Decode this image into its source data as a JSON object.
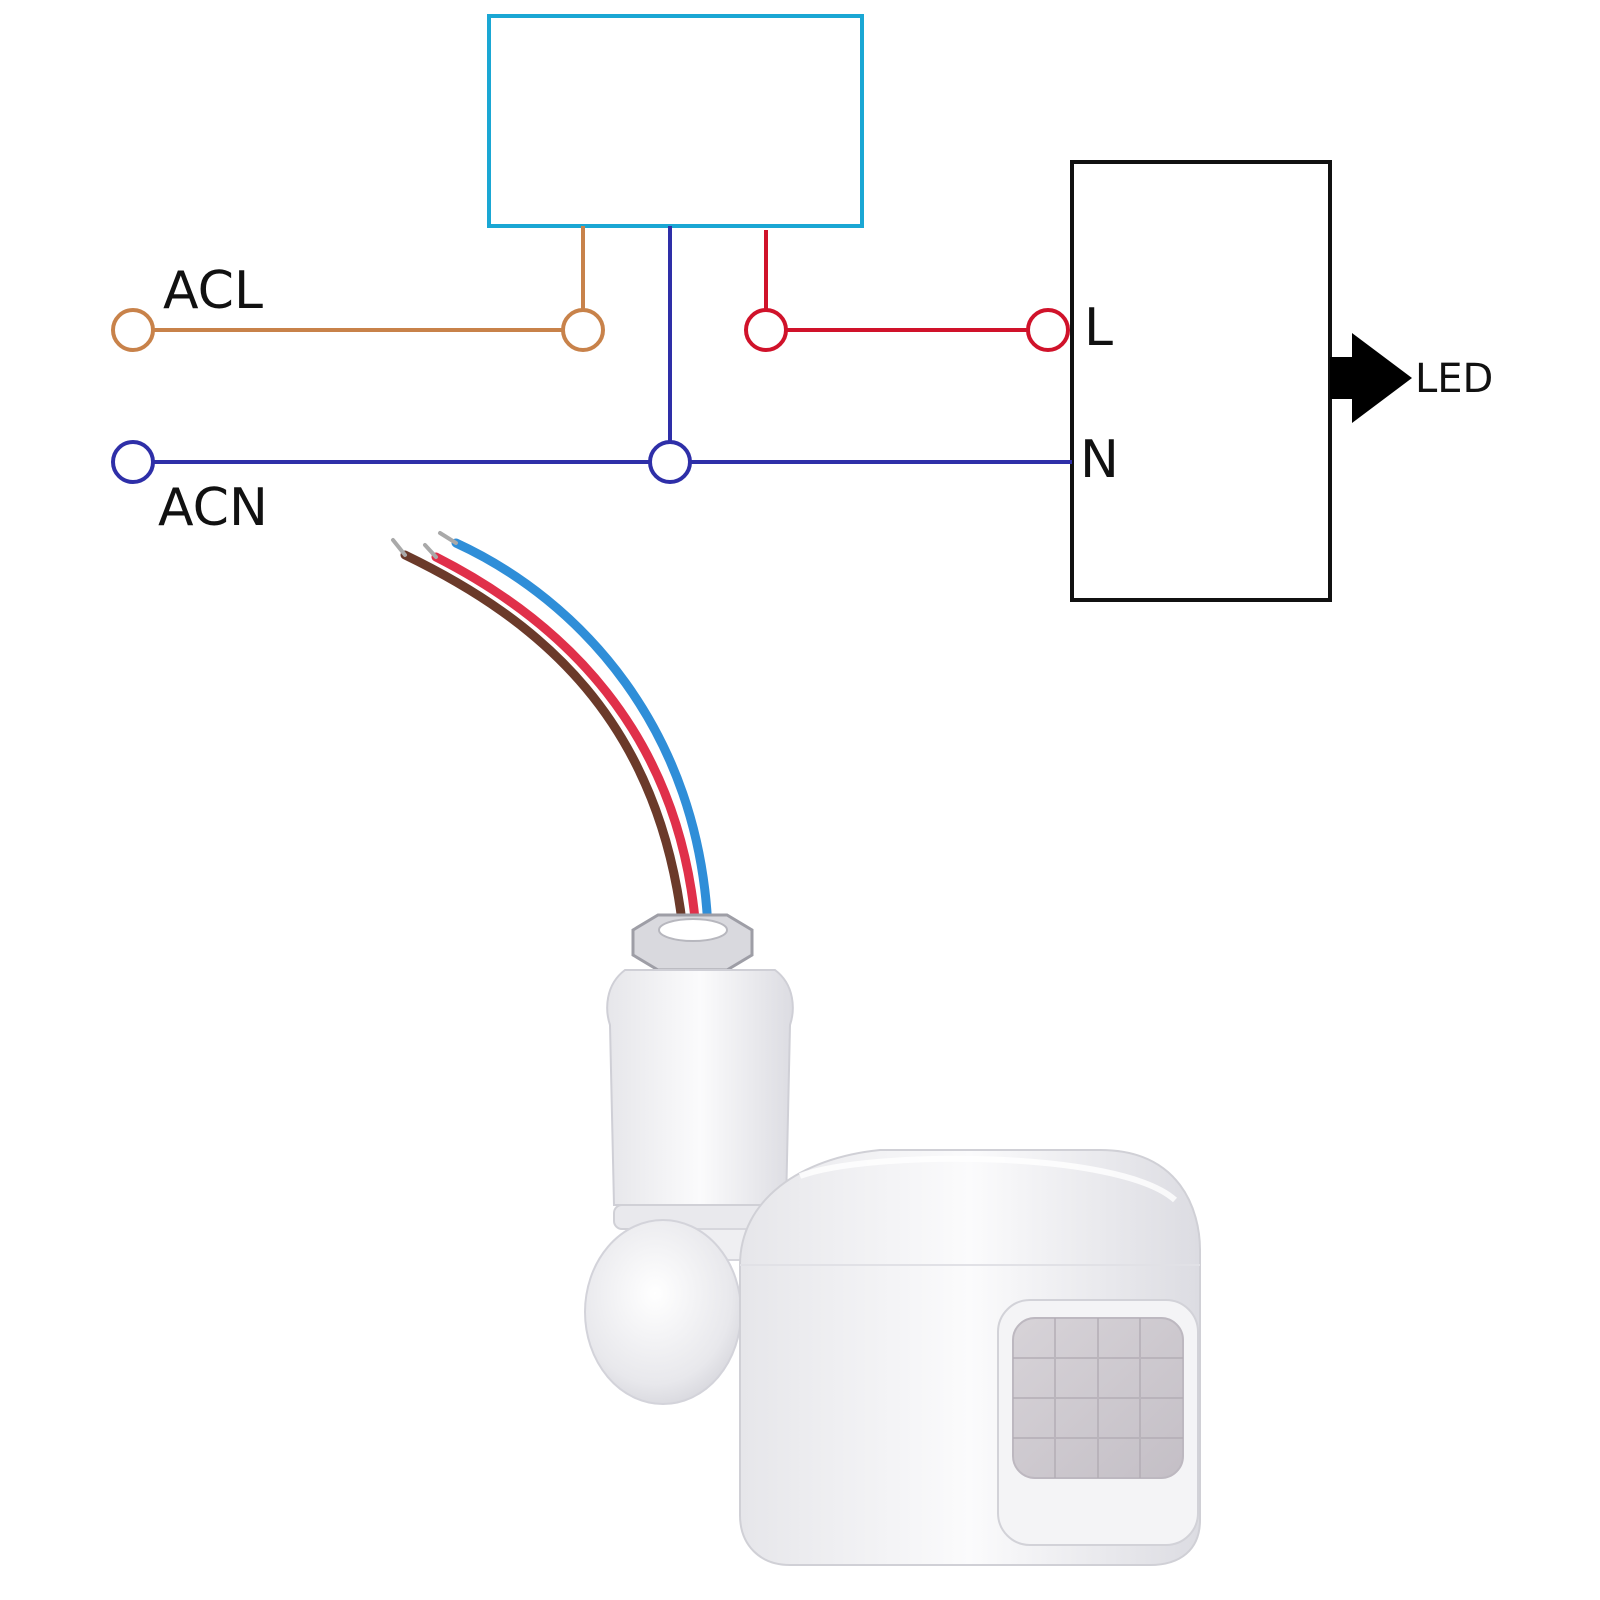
{
  "labels": {
    "acl": "ACL",
    "acn": "ACN",
    "l": "L",
    "n": "N",
    "led": "LED"
  },
  "colors": {
    "sensor_box": "#1aa7d4",
    "live_in": "#c8824a",
    "neutral": "#2e2fa8",
    "load_out": "#d0122a",
    "driver_box": "#111111",
    "arrow": "#000000",
    "wire_brown": "#6b3a2a",
    "wire_red": "#e0304a",
    "wire_blue": "#2f8ed8",
    "sensor_body": "#f2f2f4"
  },
  "icons": {
    "arrow": "arrow-right-icon",
    "sensor": "pir-motion-sensor-photo"
  }
}
